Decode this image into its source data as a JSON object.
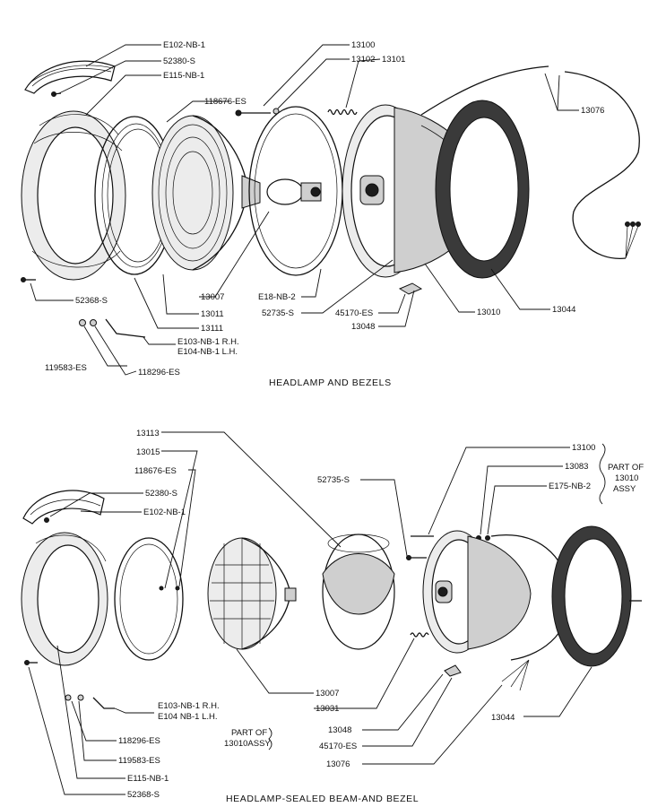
{
  "diagram_top": {
    "caption": "HEADLAMP AND BEZELS",
    "labels": {
      "e102": "E102-NB-1",
      "p52380": "52380-S",
      "e115": "E115-NB-1",
      "p118676": "118676-ES",
      "p13100": "13100",
      "p13102": "13102",
      "p13101": "13101",
      "p13076": "13076",
      "p52368": "52368-S",
      "p13007": "13007",
      "p13011": "13011",
      "p13111": "13111",
      "e103": "E103-NB-1 R.H.",
      "e104": "E104-NB-1 L.H.",
      "p119583": "119583-ES",
      "p118296": "118296-ES",
      "e18": "E18-NB-2",
      "p52735": "52735-S",
      "p45170": "45170-ES",
      "p13048": "13048",
      "p13010": "13010",
      "p13044": "13044"
    }
  },
  "diagram_bottom": {
    "caption": "HEADLAMP-SEALED BEAM-AND BEZEL",
    "labels": {
      "p13113": "13113",
      "p13015": "13015",
      "p118676": "118676-ES",
      "p52380": "52380-S",
      "e102": "E102-NB-1",
      "p52735": "52735-S",
      "p13100": "13100",
      "p13083": "13083",
      "e175": "E175-NB-2",
      "part_of_1": "PART OF",
      "part_of_2": "13010",
      "part_of_3": "ASSY",
      "p13007": "13007",
      "p13031": "13031",
      "e103": "E103-NB-1 R.H.",
      "e104": "E104 NB-1 L.H.",
      "p118296": "118296-ES",
      "p119583": "119583-ES",
      "e115": "E115-NB-1",
      "p52368": "52368-S",
      "part_of_left_1": "PART OF",
      "part_of_left_2": "13010ASSY",
      "p13048": "13048",
      "p45170": "45170-ES",
      "p13076": "13076",
      "p13044": "13044"
    }
  }
}
